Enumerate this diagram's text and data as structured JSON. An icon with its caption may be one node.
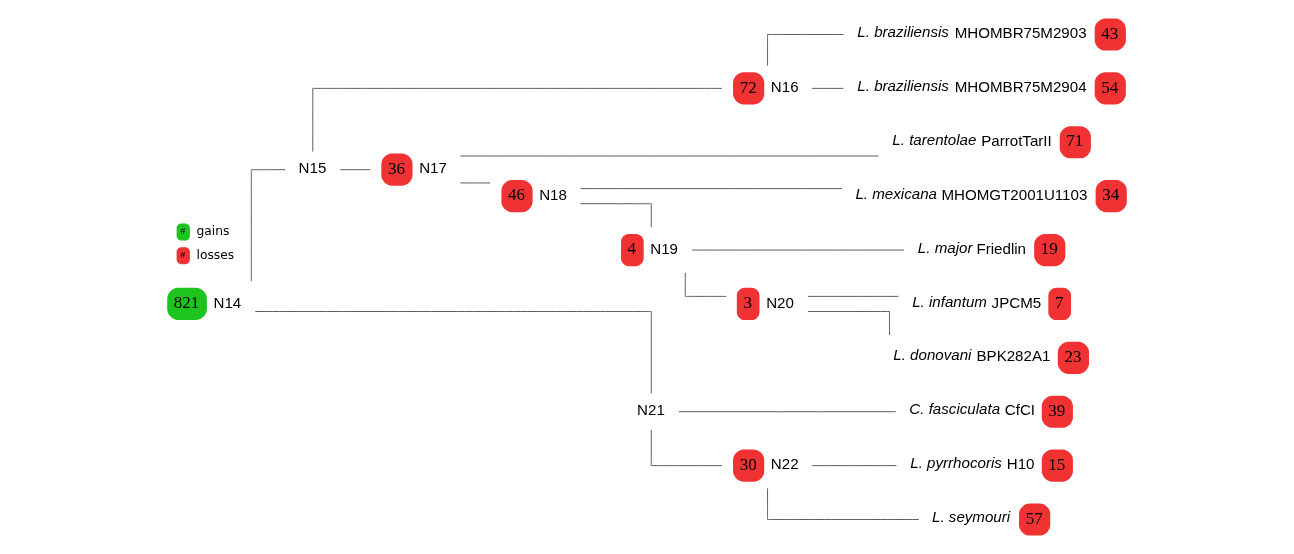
{
  "diagram": {
    "nodes": [
      {
        "text": [
          "821"
        ],
        "beside": [
          "N14"
        ]
      },
      {
        "text": [
          "N15"
        ]
      },
      {
        "text": [
          "72"
        ],
        "beside": [
          "N16"
        ]
      },
      {
        "text": [
          "36"
        ],
        "beside": [
          "N17"
        ]
      },
      {
        "text": [
          "46"
        ],
        "beside": [
          "N18"
        ]
      },
      {
        "text": [
          "4"
        ],
        "beside": [
          "N19"
        ]
      },
      {
        "text": [
          "3"
        ],
        "beside": [
          "N20"
        ]
      },
      {
        "text": [
          "N21"
        ]
      },
      {
        "text": [
          "30"
        ],
        "beside": [
          "N22"
        ]
      },
      {
        "text": [
          "*L. braziliensis* MHOMBR75M2903",
          "43"
        ]
      },
      {
        "text": [
          "*L. braziliensis* MHOMBR75M2904",
          "54"
        ]
      },
      {
        "text": [
          "*L. tarentolae* ParrotTarII",
          "71"
        ]
      },
      {
        "text": [
          "*L. mexicana* MHOMGT2001U1103",
          "34"
        ]
      },
      {
        "text": [
          "*L. major* Friedlin",
          "19"
        ]
      },
      {
        "text": [
          "*L. infantum* JPCM5",
          "7"
        ]
      },
      {
        "text": [
          "*L. donovani* BPK282A1",
          "23"
        ]
      },
      {
        "text": [
          "*C. fasciculata* CfCI",
          "39"
        ]
      },
      {
        "text": [
          "*L. pyrrhocoris* H10",
          "15"
        ]
      },
      {
        "text": [
          "*L. seymouri*",
          "57"
        ]
      }
    ],
    "edges": [
      {
        "from": 0,
        "to": 1,
        "arrow": "none"
      },
      {
        "from": 0,
        "to": 7,
        "arrow": "none"
      },
      {
        "from": 1,
        "to": 2,
        "arrow": "none"
      },
      {
        "from": 1,
        "to": 3,
        "arrow": "none"
      },
      {
        "from": 2,
        "to": 9,
        "arrow": "none"
      },
      {
        "from": 2,
        "to": 10,
        "arrow": "none"
      },
      {
        "from": 3,
        "to": 11,
        "arrow": "none"
      },
      {
        "from": 3,
        "to": 4,
        "arrow": "none"
      },
      {
        "from": 4,
        "to": 12,
        "arrow": "none"
      },
      {
        "from": 4,
        "to": 5,
        "arrow": "none"
      },
      {
        "from": 5,
        "to": 13,
        "arrow": "none"
      },
      {
        "from": 5,
        "to": 6,
        "arrow": "none"
      },
      {
        "from": 6,
        "to": 14,
        "arrow": "none"
      },
      {
        "from": 6,
        "to": 15,
        "arrow": "none"
      },
      {
        "from": 7,
        "to": 16,
        "arrow": "none"
      },
      {
        "from": 7,
        "to": 8,
        "arrow": "none"
      },
      {
        "from": 8,
        "to": 17,
        "arrow": "none"
      },
      {
        "from": 8,
        "to": 18,
        "arrow": "none"
      }
    ],
    "labels": [
      "#",
      "#"
    ],
    "legend": [
      {
        "text": "gains",
        "color": "#1ec41e"
      },
      {
        "text": "losses",
        "color": "#f03232"
      }
    ]
  }
}
